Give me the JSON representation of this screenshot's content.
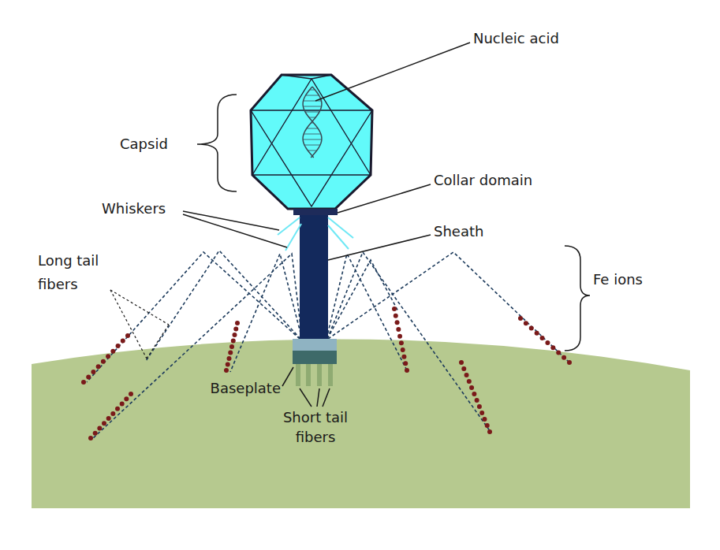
{
  "diagram": {
    "labels": [
      "Nucleic acid",
      "Capsid",
      "Collar domain",
      "Whiskers",
      "Sheath",
      "Long tail fibers",
      "Fe ions",
      "Baseplate",
      "Short tail fibers"
    ]
  }
}
